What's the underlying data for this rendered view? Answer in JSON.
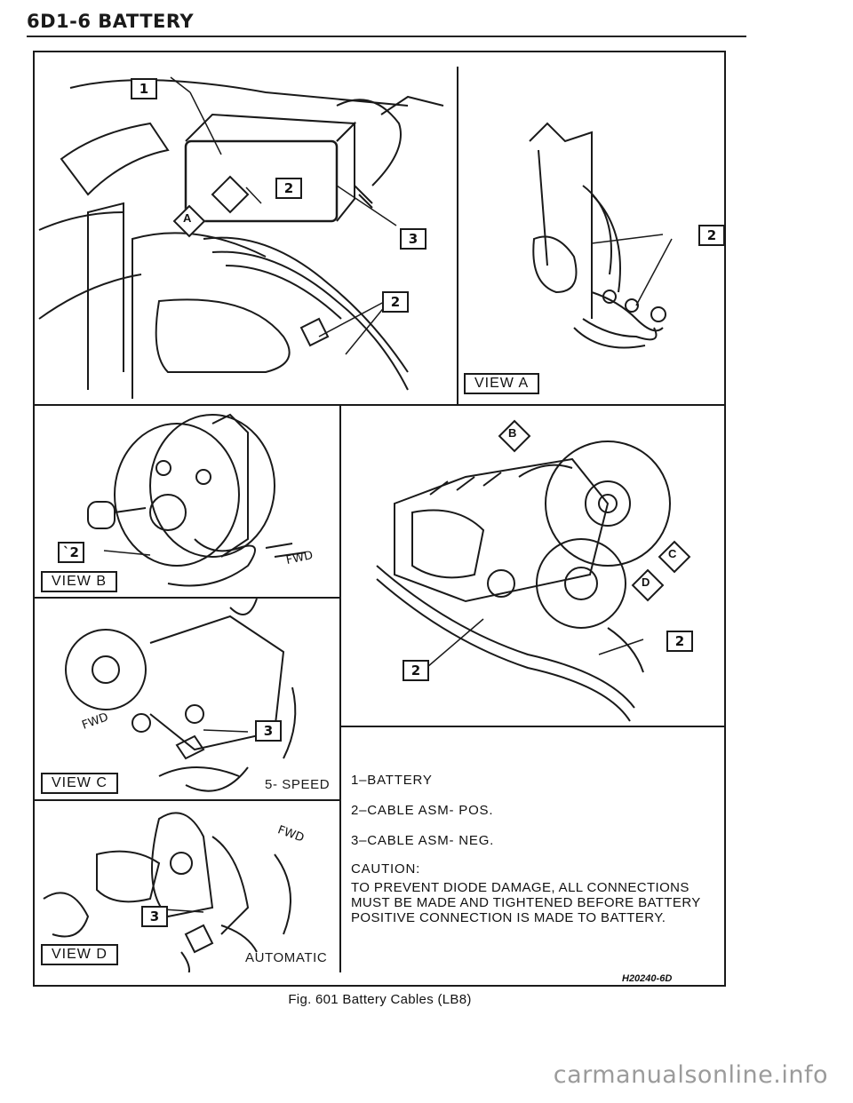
{
  "header": {
    "title": "6D1-6 BATTERY"
  },
  "labels": {
    "l1": "1",
    "l2_top": "2",
    "l3_top": "3",
    "l2_mid": "2",
    "l2_viewA": "2",
    "l2_viewB": "`2",
    "l3_viewC": "3",
    "l2_right_a": "2",
    "l2_right_b": "2",
    "l3_viewD": "3"
  },
  "views": {
    "a": "VIEW  A",
    "b": "VIEW  B",
    "c": "VIEW  C",
    "d": "VIEW  D"
  },
  "callouts": {
    "a": "A",
    "b": "B",
    "c": "C",
    "d": "D"
  },
  "fwd": "FWD",
  "captions": {
    "five_speed": "5- SPEED",
    "automatic": "AUTOMATIC"
  },
  "legend": {
    "items": [
      "1–BATTERY",
      "2–CABLE ASM- POS.",
      "3–CABLE ASM- NEG."
    ],
    "caution_title": "CAUTION:",
    "caution_text": "TO PREVENT DIODE DAMAGE, ALL CONNECTIONS MUST BE MADE AND TIGHTENED BEFORE BATTERY POSITIVE CONNECTION IS MADE TO BATTERY."
  },
  "drawing_code": "H20240-6D",
  "figure_caption": "Fig. 601 Battery Cables (LB8)",
  "watermark": "carmanualsonline.info"
}
